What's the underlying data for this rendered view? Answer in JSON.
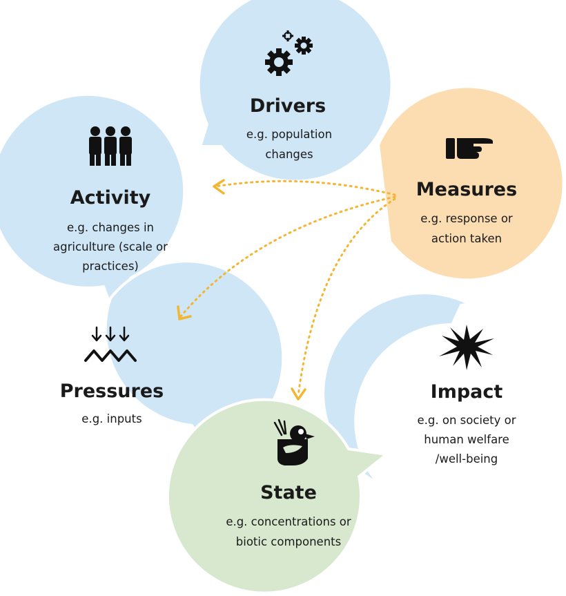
{
  "colors": {
    "blue": "#cfe6f7",
    "orange": "#fcddb1",
    "green": "#d7e8cf",
    "arrow": "#f2b632",
    "text": "#1a1a1a"
  },
  "nodes": {
    "drivers": {
      "title": "Drivers",
      "desc": [
        "e.g. population",
        "changes"
      ],
      "icon": "gears-icon"
    },
    "activity": {
      "title": "Activity",
      "desc": [
        "e.g. changes in",
        "agriculture (scale or",
        "practices)"
      ],
      "icon": "people-icon"
    },
    "measures": {
      "title": "Measures",
      "desc": [
        "e.g. response or",
        "action taken"
      ],
      "icon": "pointing-hand-icon"
    },
    "pressures": {
      "title": "Pressures",
      "desc": [
        "e.g. inputs"
      ],
      "icon": "inputs-waves-icon"
    },
    "impact": {
      "title": "Impact",
      "desc": [
        "e.g. on society or",
        "human welfare",
        "/well-being"
      ],
      "icon": "burst-icon"
    },
    "state": {
      "title": "State",
      "desc": [
        "e.g. concentrations or",
        "biotic components"
      ],
      "icon": "duck-icon"
    }
  }
}
